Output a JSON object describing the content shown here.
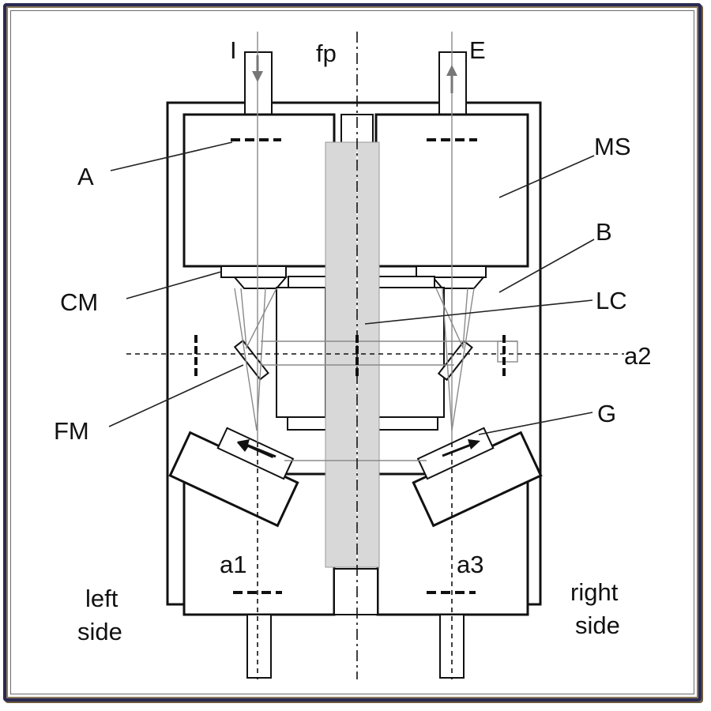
{
  "labels": {
    "I": "I",
    "fp": "fp",
    "E": "E",
    "A": "A",
    "MS": "MS",
    "B": "B",
    "CM": "CM",
    "LC": "LC",
    "a2": "a2",
    "FM": "FM",
    "G": "G",
    "a1": "a1",
    "a3": "a3",
    "left_side_1": "left",
    "left_side_2": "side",
    "right_side_1": "right",
    "right_side_2": "side"
  },
  "colors": {
    "frame": "#2a2a52",
    "line": "#111111",
    "column_fill": "#d8d8d8",
    "beam": "#8a8a8a"
  }
}
